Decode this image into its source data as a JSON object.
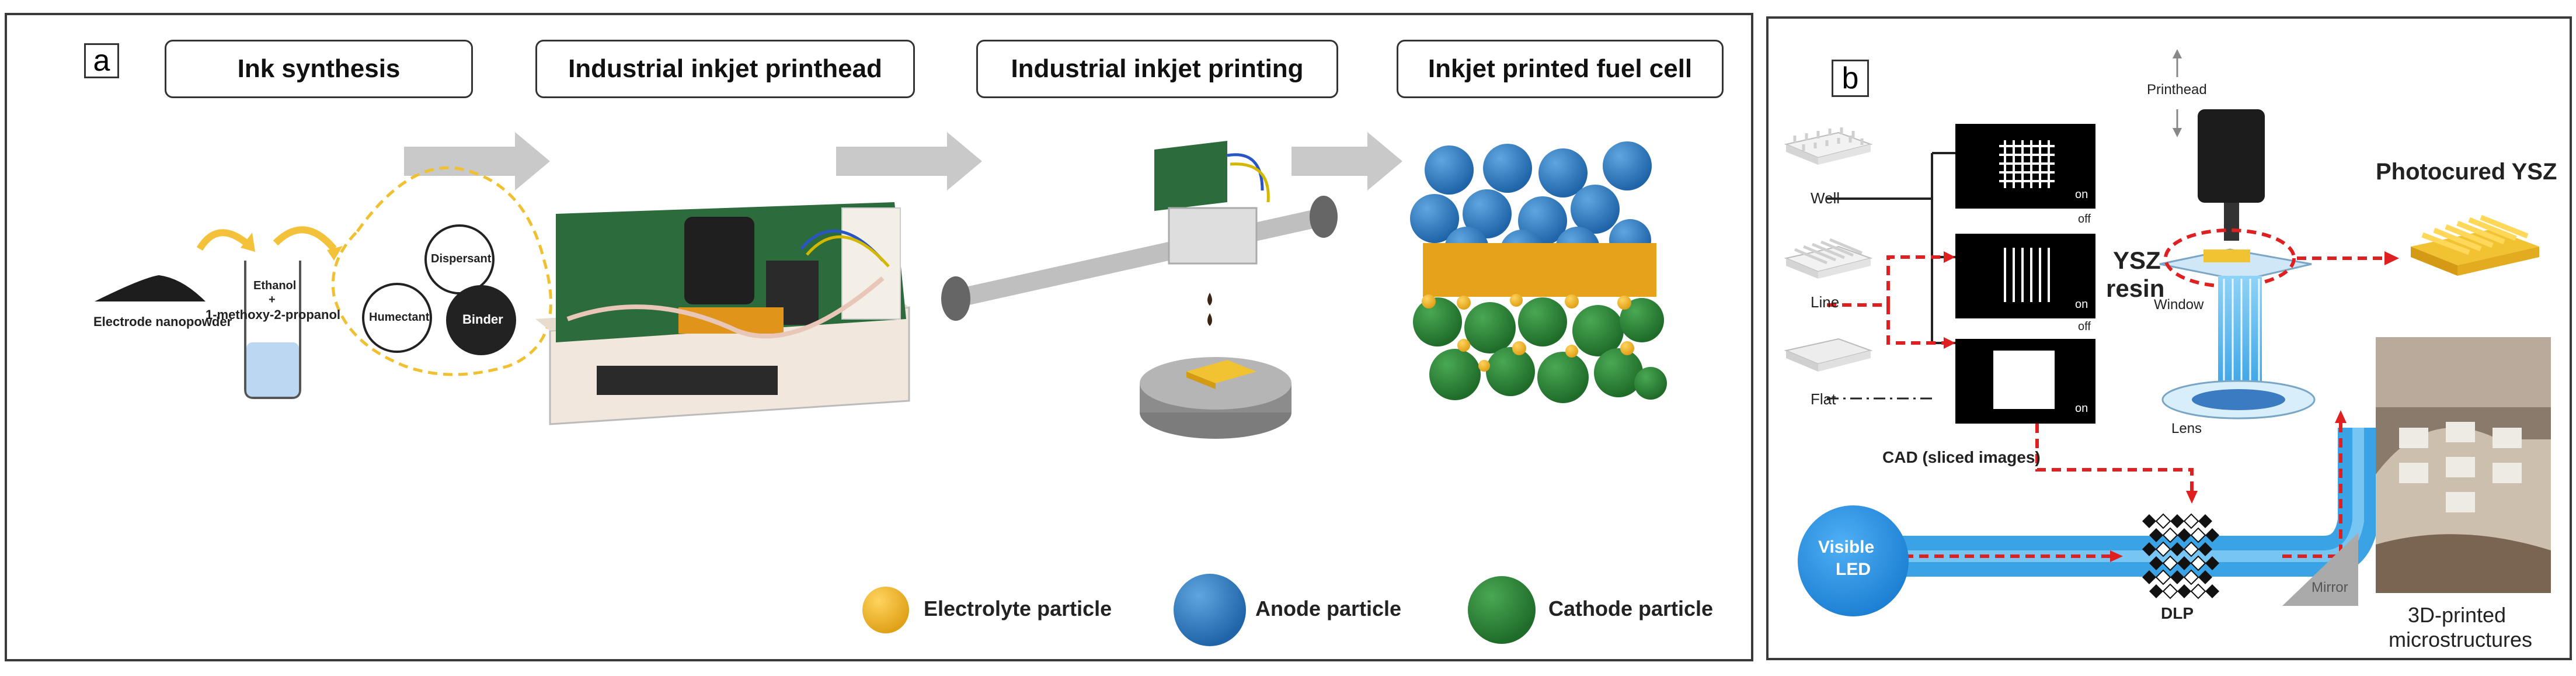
{
  "panel_a": {
    "tag": "a",
    "steps": [
      "Ink synthesis",
      "Industrial inkjet printhead",
      "Industrial inkjet printing",
      "Inkjet printed fuel cell"
    ],
    "ink": {
      "nanopowder": "Electrode nanopowder",
      "solvent_line1": "Ethanol",
      "solvent_plus": "+",
      "solvent_line2": "1-methoxy-2-propanol",
      "additives": [
        "Dispersant",
        "Humectant",
        "Binder"
      ]
    },
    "legend": [
      "Electrolyte particle",
      "Anode particle",
      "Cathode particle"
    ]
  },
  "panel_b": {
    "tag": "b",
    "cad_items": [
      "Well",
      "Line",
      "Flat"
    ],
    "slice_states": [
      "on",
      "off",
      "on",
      "off",
      "on"
    ],
    "cad_caption": "CAD (sliced images)",
    "printhead": "Printhead",
    "resin_line1": "YSZ",
    "resin_line2": "resin",
    "window": "Window",
    "lens": "Lens",
    "led_line1": "Visible",
    "led_line2": "LED",
    "dlp": "DLP",
    "mirror": "Mirror",
    "photocured": "Photocured YSZ",
    "photo_caption_line1": "3D-printed",
    "photo_caption_line2": "microstructures"
  },
  "colors": {
    "electrolyte": "#f2b630",
    "anode": "#2e7fc4",
    "cathode": "#2f8a3a",
    "arrow_gray": "#c9c9c9",
    "dash_red": "#e02020",
    "light_blue": "#55b7ee",
    "led_blue": "#2a94e6"
  }
}
